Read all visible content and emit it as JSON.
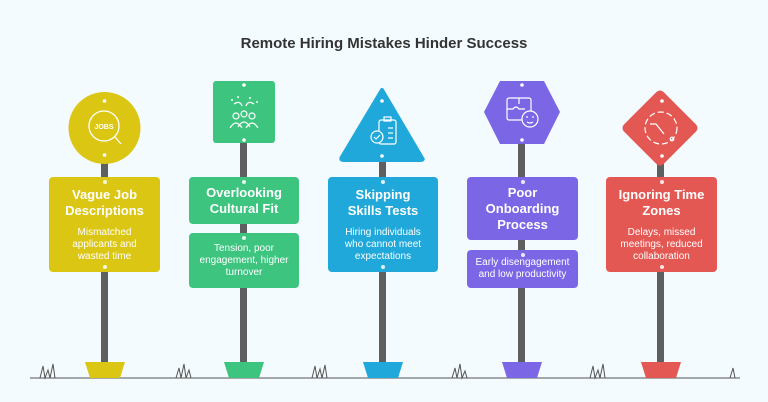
{
  "title": "Remote Hiring Mistakes Hinder Success",
  "colors": {
    "yellow": "#dcc614",
    "green": "#3dc47f",
    "blue": "#1fa8d9",
    "purple": "#7b67e6",
    "red": "#e45854",
    "pole": "#5f5f5f",
    "background": "#f3fbfe"
  },
  "signs": [
    {
      "title": "Vague Job Descriptions",
      "description": "Mismatched applicants and wasted time",
      "icon": "jobs-search-icon",
      "icon_text": "JOBS"
    },
    {
      "title": "Overlooking Cultural Fit",
      "description": "Tension, poor engagement, higher turnover",
      "icon": "team-celebration-icon"
    },
    {
      "title": "Skipping Skills Tests",
      "description": "Hiring individuals who cannot meet expectations",
      "icon": "clipboard-check-icon"
    },
    {
      "title": "Poor Onboarding Process",
      "description": "Early disengagement and low productivity",
      "icon": "puzzle-face-icon"
    },
    {
      "title": "Ignoring Time Zones",
      "description": "Delays, missed meetings, reduced collaboration",
      "icon": "clock-icon"
    }
  ]
}
